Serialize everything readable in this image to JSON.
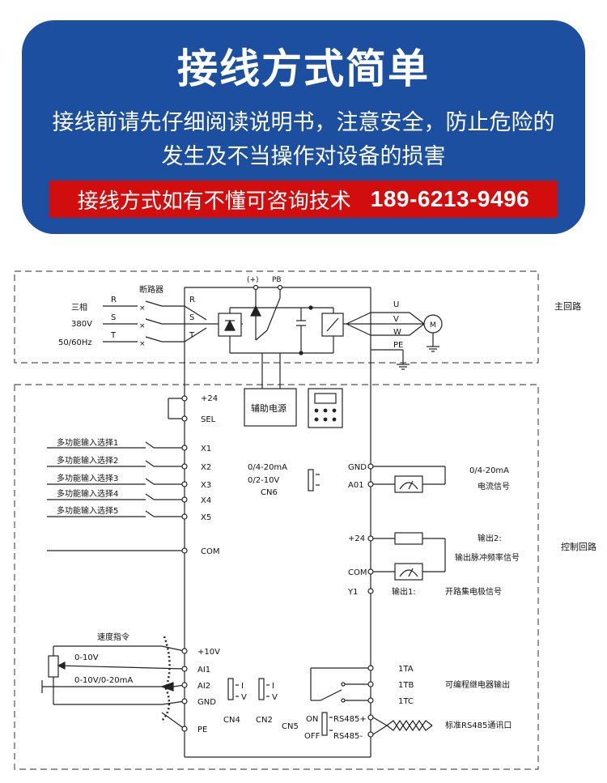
{
  "banner": {
    "title": "接线方式简单",
    "subtitle_line1": "接线前请先仔细阅读说明书，注意安全，防止危险的",
    "subtitle_line2": "发生及不当操作对设备的损害",
    "contact_text": "接线方式如有不懂可咨询技术",
    "phone": "189-6213-9496"
  },
  "diagram": {
    "main_circuit": {
      "section_label": "主回路",
      "breaker_label": "断路器",
      "supply_labels": [
        "三相",
        "380V",
        "50/60Hz"
      ],
      "input_phases": [
        "R",
        "S",
        "T"
      ],
      "inverter_inputs": [
        "R",
        "S",
        "T"
      ],
      "dc_plus": "(+)",
      "pb": "PB",
      "outputs": [
        "U",
        "V",
        "W",
        "PE"
      ],
      "motor": "M"
    },
    "control_circuit": {
      "section_label": "控制回路",
      "aux_power": "辅助电源",
      "sel_terminals": [
        "+24",
        "SEL"
      ],
      "multifunction_inputs": [
        "多功能输入选择1",
        "多功能输入选择2",
        "多功能输入选择3",
        "多功能输入选择4",
        "多功能输入选择5"
      ],
      "x_terminals": [
        "X1",
        "X2",
        "X3",
        "X4",
        "X5"
      ],
      "com": "COM",
      "cn6_labels": [
        "0/4-20mA",
        "0/2-10V",
        "CN6"
      ],
      "ao_terminals": [
        "GND",
        "A01"
      ],
      "ao_signal": [
        "0/4-20mA",
        "电流信号"
      ],
      "pulse_terminals": [
        "+24",
        "COM",
        "Y1"
      ],
      "pulse_output": [
        "输出2:",
        "输出脉冲频率信号"
      ],
      "output1_label": "输出1:",
      "output1_desc": "开路集电极信号",
      "speed_label": "速度指令",
      "pot_labels": [
        "0-10V",
        "0-10V/0-20mA"
      ],
      "analog_terminals": [
        "+10V",
        "AI1",
        "AI2",
        "GND",
        "PE"
      ],
      "jumpers": [
        "CN4",
        "CN2",
        "CN5"
      ],
      "jumper_iv": [
        "I",
        "V"
      ],
      "cn5_states": [
        "ON",
        "OFF"
      ],
      "rs485": [
        "RS485+",
        "RS485-"
      ],
      "rs485_desc": "标准RS485通讯口",
      "relay_terminals": [
        "1TA",
        "1TB",
        "1TC"
      ],
      "relay_desc": "可编程继电器输出"
    }
  }
}
